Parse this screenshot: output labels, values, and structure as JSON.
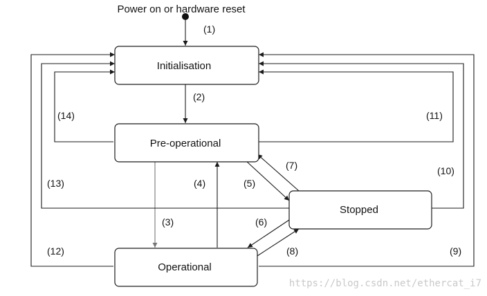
{
  "title": "Power on or hardware reset",
  "states": {
    "init": "Initialisation",
    "preop": "Pre-operational",
    "op": "Operational",
    "stopped": "Stopped"
  },
  "transitions": [
    "(1)",
    "(2)",
    "(3)",
    "(4)",
    "(5)",
    "(6)",
    "(7)",
    "(8)",
    "(9)",
    "(10)",
    "(11)",
    "(12)",
    "(13)",
    "(14)"
  ],
  "watermark": "https://blog.csdn.net/ethercat_i7"
}
